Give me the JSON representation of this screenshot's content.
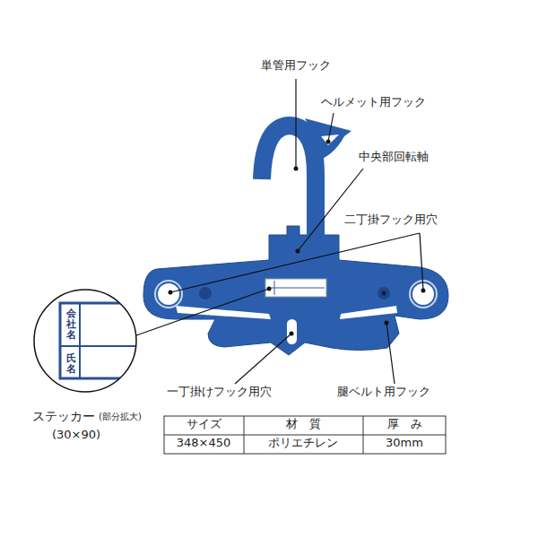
{
  "diagram": {
    "nodes": [
      {
        "text": [
          "会社名",
          "氏名"
        ]
      }
    ],
    "labels": [
      "単管用フック",
      "ヘルメット用フック",
      "中央部回転軸",
      "二丁掛フック用穴",
      "一丁掛けフック用穴",
      "腿ベルト用フック",
      "ステッカー",
      "(部分拡大)",
      "(30×90)",
      "サイズ",
      "材　質",
      "厚　み",
      "348×450",
      "ポリエチレン",
      "30mm"
    ]
  }
}
